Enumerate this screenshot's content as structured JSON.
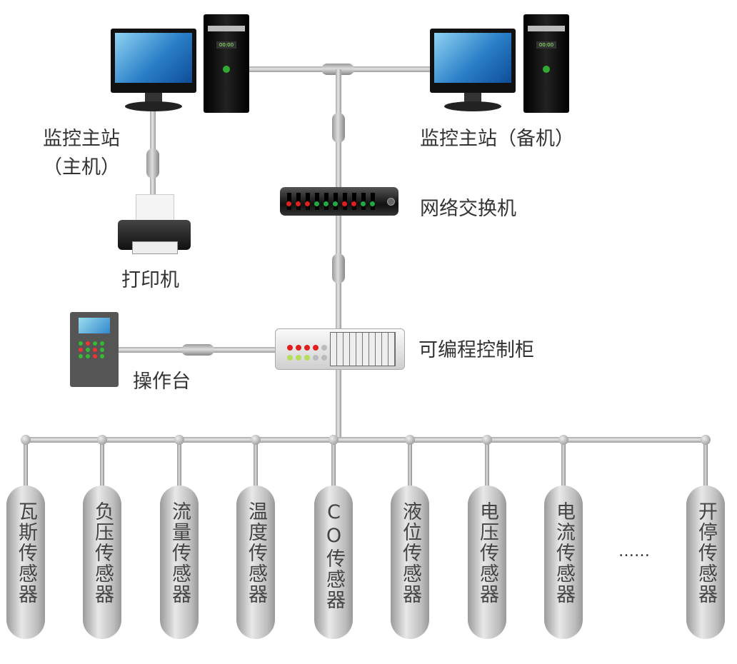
{
  "nodes": {
    "master_station_main": "监控主站\n（主机）",
    "master_station_main_line1": "监控主站",
    "master_station_main_line2": "（主机）",
    "master_station_backup": "监控主站（备机）",
    "printer": "打印机",
    "network_switch": "网络交换机",
    "plc_cabinet": "可编程控制柜",
    "operator_console": "操作台"
  },
  "computer_display": "00:00",
  "switch_leds": [
    "red",
    "red",
    "red",
    "green",
    "green",
    "green",
    "red",
    "red",
    "green",
    "green"
  ],
  "colors": {
    "pipe": "#c8c8c8",
    "text": "#333333",
    "led_red": "#e02020",
    "led_green": "#22aa44"
  },
  "sensors": [
    {
      "label": "瓦斯传感器"
    },
    {
      "label": "负压传感器"
    },
    {
      "label": "流量传感器"
    },
    {
      "label": "温度传感器"
    },
    {
      "label": "CO传感器"
    },
    {
      "label": "液位传感器"
    },
    {
      "label": "电压传感器"
    },
    {
      "label": "电流传感器"
    },
    {
      "label": "开停传感器"
    }
  ],
  "ellipsis": "……"
}
